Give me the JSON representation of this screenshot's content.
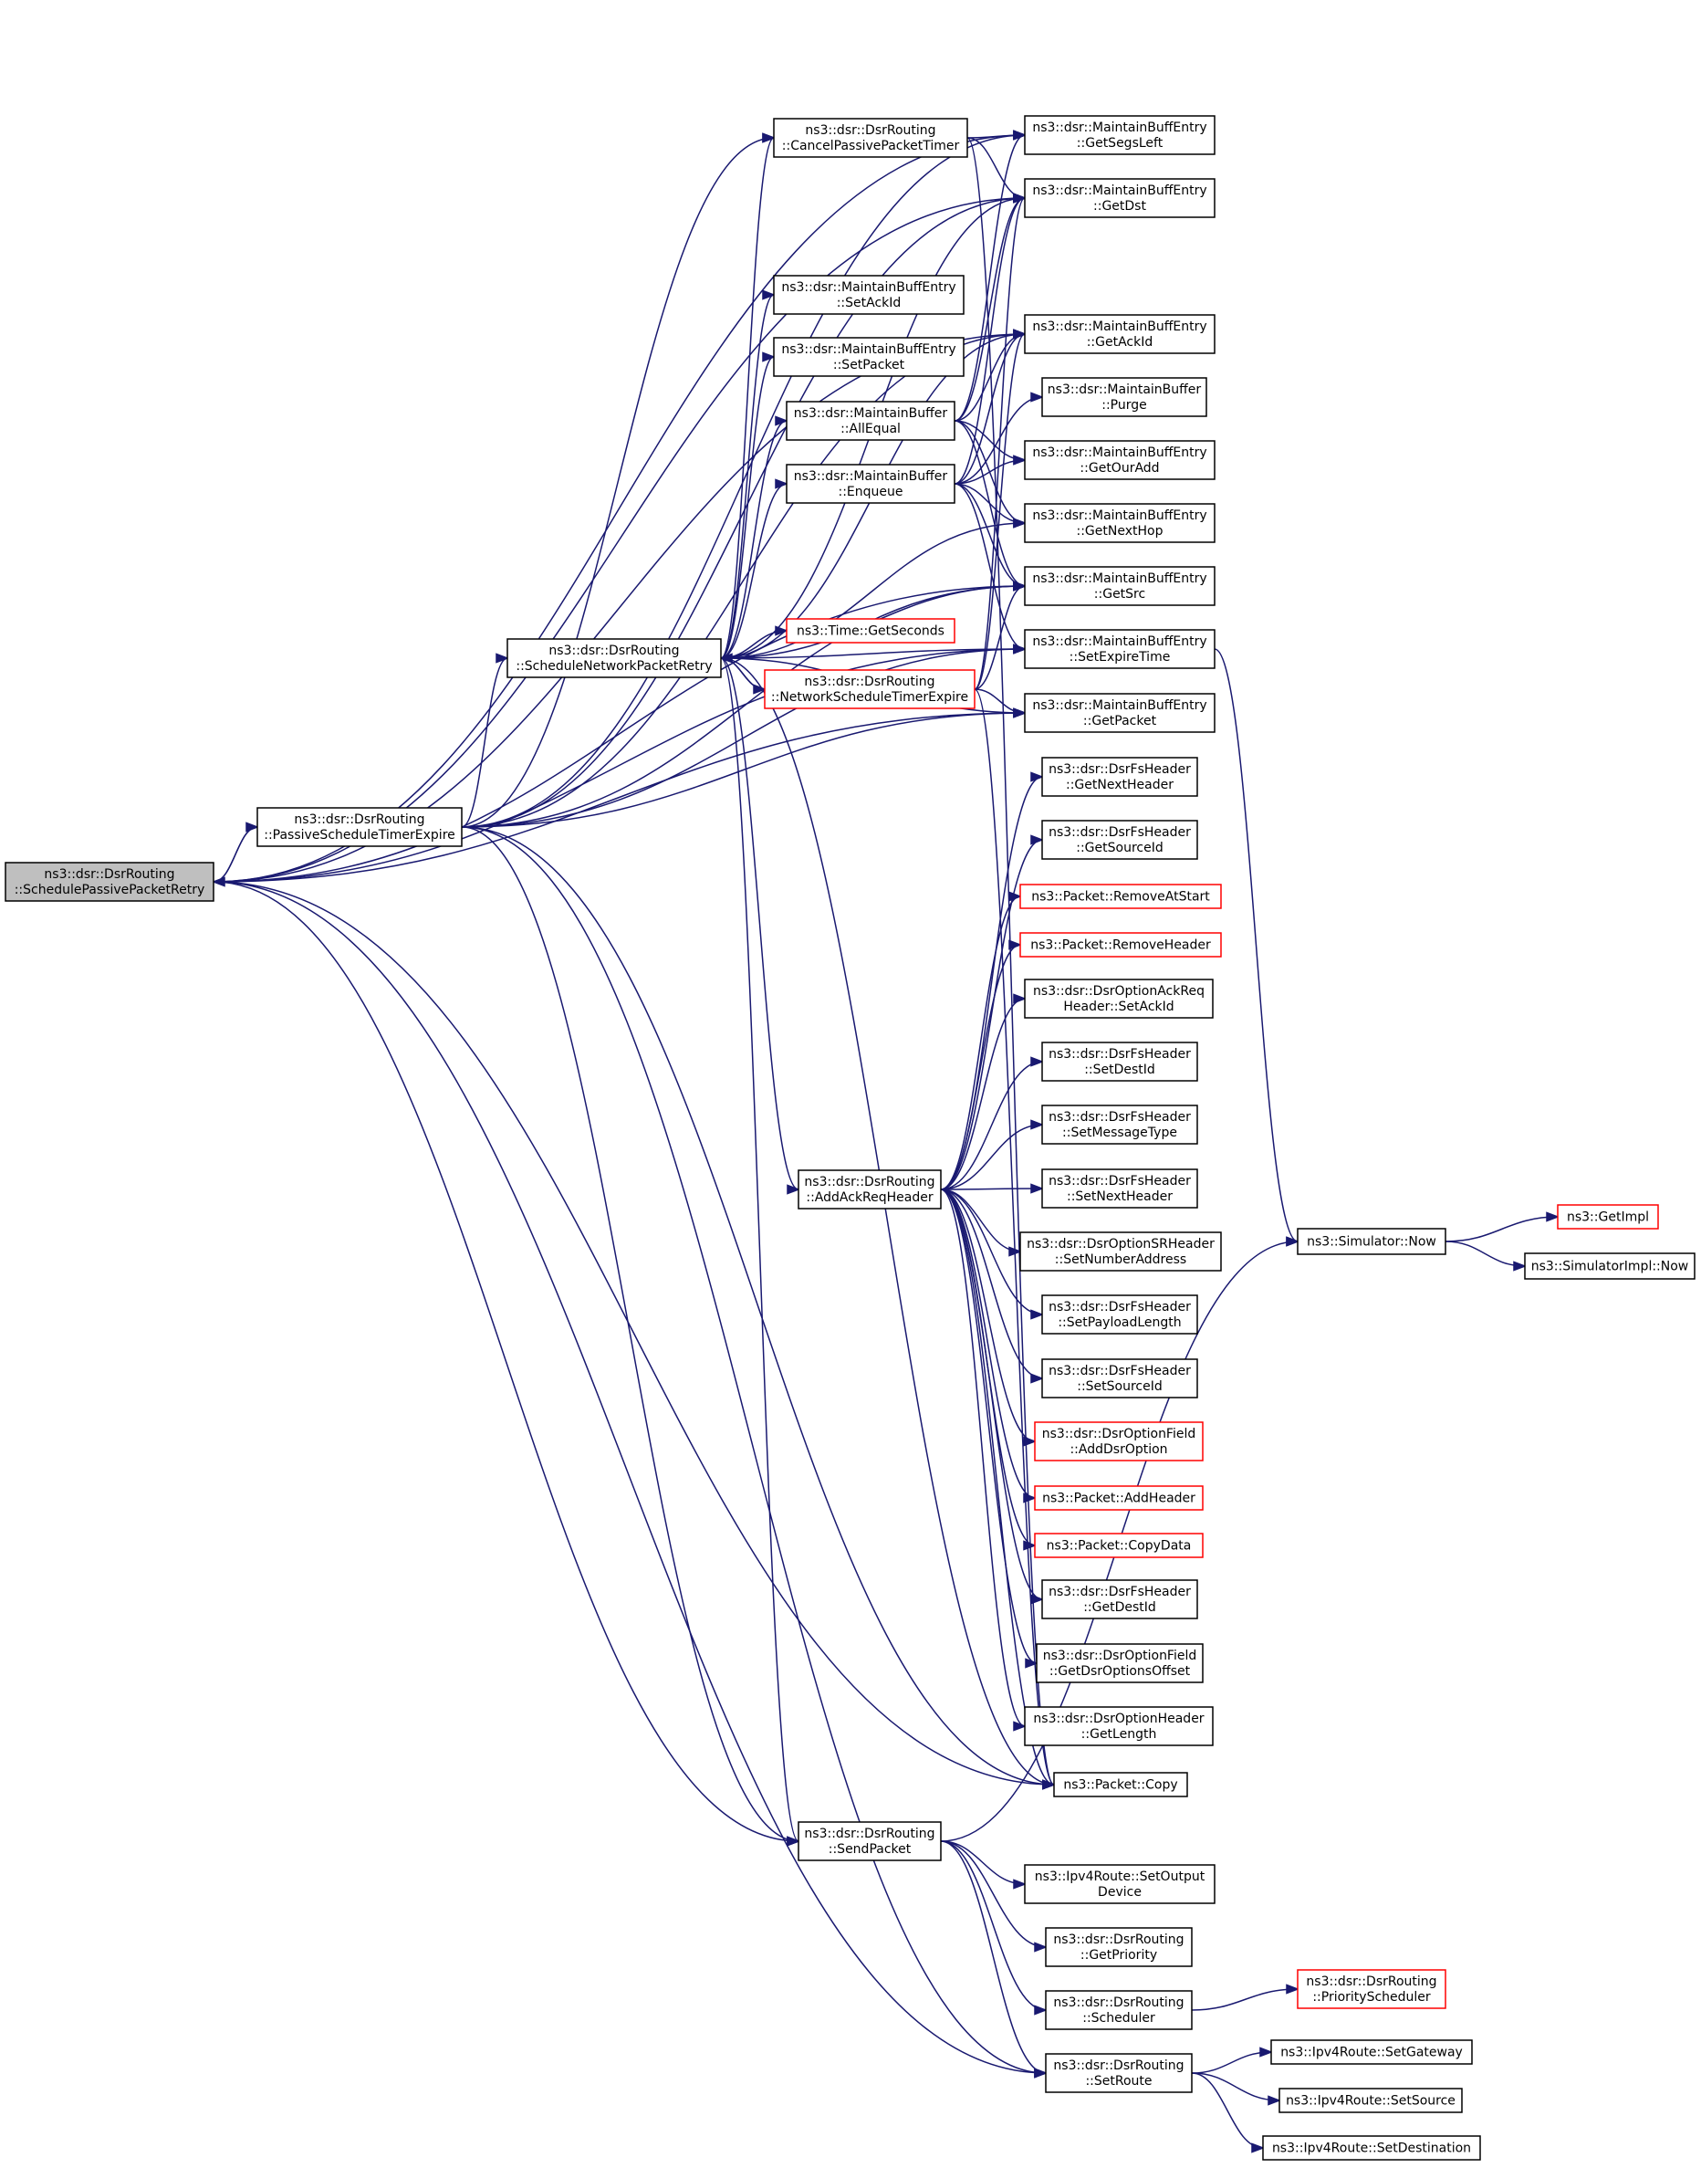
{
  "graph": {
    "nodes": [
      {
        "id": "root",
        "lines": [
          "ns3::dsr::DsrRouting",
          "::SchedulePassivePacketRetry"
        ],
        "style": "root"
      },
      {
        "id": "pste",
        "lines": [
          "ns3::dsr::DsrRouting",
          "::PassiveScheduleTimerExpire"
        ],
        "style": "normal"
      },
      {
        "id": "snpr",
        "lines": [
          "ns3::dsr::DsrRouting",
          "::ScheduleNetworkPacketRetry"
        ],
        "style": "normal"
      },
      {
        "id": "cppt",
        "lines": [
          "ns3::dsr::DsrRouting",
          "::CancelPassivePacketTimer"
        ],
        "style": "normal"
      },
      {
        "id": "setackid",
        "lines": [
          "ns3::dsr::MaintainBuffEntry",
          "::SetAckId"
        ],
        "style": "normal"
      },
      {
        "id": "setpacket",
        "lines": [
          "ns3::dsr::MaintainBuffEntry",
          "::SetPacket"
        ],
        "style": "normal"
      },
      {
        "id": "allequal",
        "lines": [
          "ns3::dsr::MaintainBuffer",
          "::AllEqual"
        ],
        "style": "normal"
      },
      {
        "id": "enqueue",
        "lines": [
          "ns3::dsr::MaintainBuffer",
          "::Enqueue"
        ],
        "style": "normal"
      },
      {
        "id": "getseconds",
        "lines": [
          "ns3::Time::GetSeconds"
        ],
        "style": "red"
      },
      {
        "id": "nste",
        "lines": [
          "ns3::dsr::DsrRouting",
          "::NetworkScheduleTimerExpire"
        ],
        "style": "red"
      },
      {
        "id": "addack",
        "lines": [
          "ns3::dsr::DsrRouting",
          "::AddAckReqHeader"
        ],
        "style": "normal"
      },
      {
        "id": "sendpacket",
        "lines": [
          "ns3::dsr::DsrRouting",
          "::SendPacket"
        ],
        "style": "normal"
      },
      {
        "id": "getsegsleft",
        "lines": [
          "ns3::dsr::MaintainBuffEntry",
          "::GetSegsLeft"
        ],
        "style": "normal"
      },
      {
        "id": "getdst",
        "lines": [
          "ns3::dsr::MaintainBuffEntry",
          "::GetDst"
        ],
        "style": "normal"
      },
      {
        "id": "getackid",
        "lines": [
          "ns3::dsr::MaintainBuffEntry",
          "::GetAckId"
        ],
        "style": "normal"
      },
      {
        "id": "purge",
        "lines": [
          "ns3::dsr::MaintainBuffer",
          "::Purge"
        ],
        "style": "normal"
      },
      {
        "id": "getouradd",
        "lines": [
          "ns3::dsr::MaintainBuffEntry",
          "::GetOurAdd"
        ],
        "style": "normal"
      },
      {
        "id": "getnexthop",
        "lines": [
          "ns3::dsr::MaintainBuffEntry",
          "::GetNextHop"
        ],
        "style": "normal"
      },
      {
        "id": "getsrc",
        "lines": [
          "ns3::dsr::MaintainBuffEntry",
          "::GetSrc"
        ],
        "style": "normal"
      },
      {
        "id": "setexpire",
        "lines": [
          "ns3::dsr::MaintainBuffEntry",
          "::SetExpireTime"
        ],
        "style": "normal"
      },
      {
        "id": "getpacket",
        "lines": [
          "ns3::dsr::MaintainBuffEntry",
          "::GetPacket"
        ],
        "style": "normal"
      },
      {
        "id": "getnextheader",
        "lines": [
          "ns3::dsr::DsrFsHeader",
          "::GetNextHeader"
        ],
        "style": "normal"
      },
      {
        "id": "getsourceid",
        "lines": [
          "ns3::dsr::DsrFsHeader",
          "::GetSourceId"
        ],
        "style": "normal"
      },
      {
        "id": "removeatstart",
        "lines": [
          "ns3::Packet::RemoveAtStart"
        ],
        "style": "red"
      },
      {
        "id": "removeheader",
        "lines": [
          "ns3::Packet::RemoveHeader"
        ],
        "style": "red"
      },
      {
        "id": "optackreq",
        "lines": [
          "ns3::dsr::DsrOptionAckReq",
          "Header::SetAckId"
        ],
        "style": "normal"
      },
      {
        "id": "setdestid",
        "lines": [
          "ns3::dsr::DsrFsHeader",
          "::SetDestId"
        ],
        "style": "normal"
      },
      {
        "id": "setmsgtype",
        "lines": [
          "ns3::dsr::DsrFsHeader",
          "::SetMessageType"
        ],
        "style": "normal"
      },
      {
        "id": "setnextheader",
        "lines": [
          "ns3::dsr::DsrFsHeader",
          "::SetNextHeader"
        ],
        "style": "normal"
      },
      {
        "id": "setnumaddr",
        "lines": [
          "ns3::dsr::DsrOptionSRHeader",
          "::SetNumberAddress"
        ],
        "style": "normal"
      },
      {
        "id": "setpayload",
        "lines": [
          "ns3::dsr::DsrFsHeader",
          "::SetPayloadLength"
        ],
        "style": "normal"
      },
      {
        "id": "setsourceid",
        "lines": [
          "ns3::dsr::DsrFsHeader",
          "::SetSourceId"
        ],
        "style": "normal"
      },
      {
        "id": "adddsropt",
        "lines": [
          "ns3::dsr::DsrOptionField",
          "::AddDsrOption"
        ],
        "style": "red"
      },
      {
        "id": "addheader",
        "lines": [
          "ns3::Packet::AddHeader"
        ],
        "style": "red"
      },
      {
        "id": "copydata",
        "lines": [
          "ns3::Packet::CopyData"
        ],
        "style": "red"
      },
      {
        "id": "getdestid",
        "lines": [
          "ns3::dsr::DsrFsHeader",
          "::GetDestId"
        ],
        "style": "normal"
      },
      {
        "id": "getdsroptoff",
        "lines": [
          "ns3::dsr::DsrOptionField",
          "::GetDsrOptionsOffset"
        ],
        "style": "normal"
      },
      {
        "id": "getlength",
        "lines": [
          "ns3::dsr::DsrOptionHeader",
          "::GetLength"
        ],
        "style": "normal"
      },
      {
        "id": "copy",
        "lines": [
          "ns3::Packet::Copy"
        ],
        "style": "normal"
      },
      {
        "id": "setoutput",
        "lines": [
          "ns3::Ipv4Route::SetOutput",
          "Device"
        ],
        "style": "normal"
      },
      {
        "id": "getpriority",
        "lines": [
          "ns3::dsr::DsrRouting",
          "::GetPriority"
        ],
        "style": "normal"
      },
      {
        "id": "scheduler",
        "lines": [
          "ns3::dsr::DsrRouting",
          "::Scheduler"
        ],
        "style": "normal"
      },
      {
        "id": "setroute",
        "lines": [
          "ns3::dsr::DsrRouting",
          "::SetRoute"
        ],
        "style": "normal"
      },
      {
        "id": "priosched",
        "lines": [
          "ns3::dsr::DsrRouting",
          "::PriorityScheduler"
        ],
        "style": "red"
      },
      {
        "id": "setgateway",
        "lines": [
          "ns3::Ipv4Route::SetGateway"
        ],
        "style": "normal"
      },
      {
        "id": "setsource",
        "lines": [
          "ns3::Ipv4Route::SetSource"
        ],
        "style": "normal"
      },
      {
        "id": "setdest",
        "lines": [
          "ns3::Ipv4Route::SetDestination"
        ],
        "style": "normal"
      },
      {
        "id": "now",
        "lines": [
          "ns3::Simulator::Now"
        ],
        "style": "normal"
      },
      {
        "id": "getimpl",
        "lines": [
          "ns3::GetImpl"
        ],
        "style": "red"
      },
      {
        "id": "simimplnow",
        "lines": [
          "ns3::SimulatorImpl::Now"
        ],
        "style": "normal"
      }
    ],
    "edges": [
      [
        "root",
        "pste"
      ],
      [
        "pste",
        "root"
      ],
      [
        "root",
        "getsegsleft"
      ],
      [
        "root",
        "getdst"
      ],
      [
        "root",
        "getackid"
      ],
      [
        "root",
        "getsrc"
      ],
      [
        "root",
        "getpacket"
      ],
      [
        "root",
        "setexpire"
      ],
      [
        "root",
        "copy"
      ],
      [
        "root",
        "sendpacket"
      ],
      [
        "root",
        "setroute"
      ],
      [
        "pste",
        "snpr"
      ],
      [
        "pste",
        "getsegsleft"
      ],
      [
        "pste",
        "getdst"
      ],
      [
        "pste",
        "getackid"
      ],
      [
        "pste",
        "getsrc"
      ],
      [
        "pste",
        "getpacket"
      ],
      [
        "pste",
        "setexpire"
      ],
      [
        "pste",
        "copy"
      ],
      [
        "pste",
        "sendpacket"
      ],
      [
        "pste",
        "setroute"
      ],
      [
        "pste",
        "cppt"
      ],
      [
        "snpr",
        "cppt"
      ],
      [
        "snpr",
        "setackid"
      ],
      [
        "snpr",
        "setpacket"
      ],
      [
        "snpr",
        "allequal"
      ],
      [
        "snpr",
        "enqueue"
      ],
      [
        "snpr",
        "getseconds"
      ],
      [
        "snpr",
        "nste"
      ],
      [
        "nste",
        "snpr"
      ],
      [
        "snpr",
        "getdst"
      ],
      [
        "snpr",
        "getackid"
      ],
      [
        "snpr",
        "getsrc"
      ],
      [
        "snpr",
        "getnexthop"
      ],
      [
        "snpr",
        "getpacket"
      ],
      [
        "snpr",
        "setexpire"
      ],
      [
        "snpr",
        "addack"
      ],
      [
        "snpr",
        "sendpacket"
      ],
      [
        "snpr",
        "copy"
      ],
      [
        "cppt",
        "getsegsleft"
      ],
      [
        "cppt",
        "getdst"
      ],
      [
        "cppt",
        "copy"
      ],
      [
        "allequal",
        "getsegsleft"
      ],
      [
        "allequal",
        "getdst"
      ],
      [
        "allequal",
        "getackid"
      ],
      [
        "allequal",
        "getouradd"
      ],
      [
        "allequal",
        "getnexthop"
      ],
      [
        "allequal",
        "getsrc"
      ],
      [
        "enqueue",
        "getdst"
      ],
      [
        "enqueue",
        "getackid"
      ],
      [
        "enqueue",
        "purge"
      ],
      [
        "enqueue",
        "getouradd"
      ],
      [
        "enqueue",
        "getnexthop"
      ],
      [
        "enqueue",
        "getsrc"
      ],
      [
        "enqueue",
        "setexpire"
      ],
      [
        "nste",
        "getdst"
      ],
      [
        "nste",
        "getsrc"
      ],
      [
        "nste",
        "getpacket"
      ],
      [
        "nste",
        "getackid"
      ],
      [
        "nste",
        "copy"
      ],
      [
        "addack",
        "getnextheader"
      ],
      [
        "addack",
        "getsourceid"
      ],
      [
        "addack",
        "removeatstart"
      ],
      [
        "addack",
        "removeheader"
      ],
      [
        "addack",
        "optackreq"
      ],
      [
        "addack",
        "setdestid"
      ],
      [
        "addack",
        "setmsgtype"
      ],
      [
        "addack",
        "setnextheader"
      ],
      [
        "addack",
        "setnumaddr"
      ],
      [
        "addack",
        "setpayload"
      ],
      [
        "addack",
        "setsourceid"
      ],
      [
        "addack",
        "adddsropt"
      ],
      [
        "addack",
        "addheader"
      ],
      [
        "addack",
        "copydata"
      ],
      [
        "addack",
        "getdestid"
      ],
      [
        "addack",
        "getdsroptoff"
      ],
      [
        "addack",
        "getlength"
      ],
      [
        "addack",
        "copy"
      ],
      [
        "sendpacket",
        "setoutput"
      ],
      [
        "sendpacket",
        "getpriority"
      ],
      [
        "sendpacket",
        "scheduler"
      ],
      [
        "sendpacket",
        "setroute"
      ],
      [
        "sendpacket",
        "now"
      ],
      [
        "scheduler",
        "priosched"
      ],
      [
        "setroute",
        "setgateway"
      ],
      [
        "setroute",
        "setsource"
      ],
      [
        "setroute",
        "setdest"
      ],
      [
        "setexpire",
        "now"
      ],
      [
        "now",
        "getimpl"
      ],
      [
        "now",
        "simimplnow"
      ]
    ]
  },
  "colors": {
    "edge": "#191970",
    "root_fill": "#bfbfbf",
    "node_border": "#000000",
    "external_border": "#ff0000"
  }
}
